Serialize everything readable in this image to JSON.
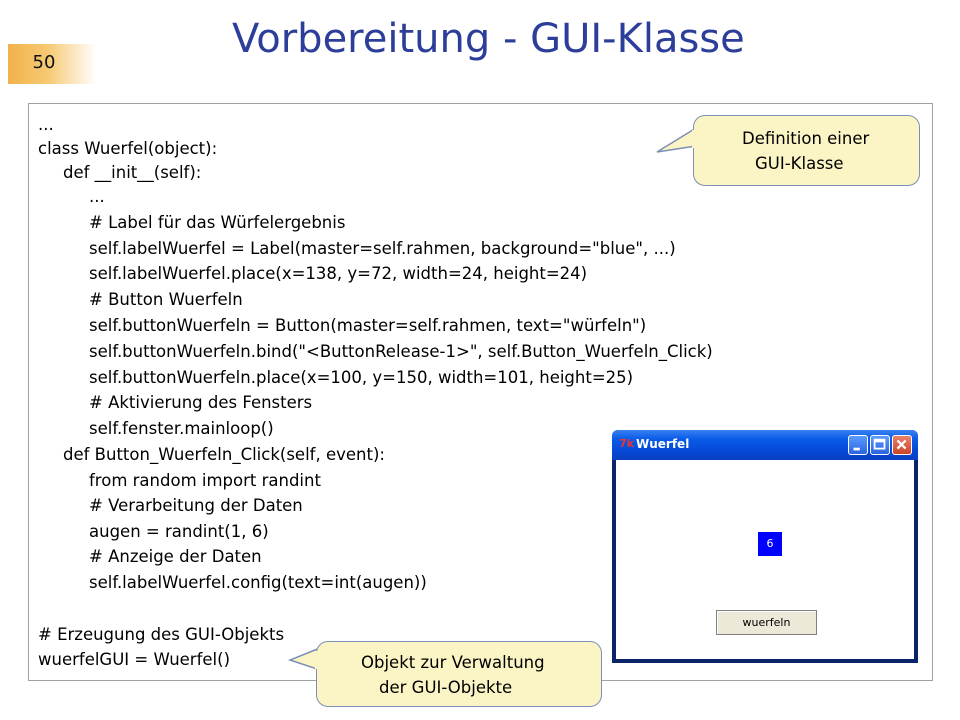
{
  "page_number": "50",
  "title": "Vorbereitung - GUI-Klasse",
  "code_lines": [
    "...",
    "class Wuerfel(object):",
    "def __init__(self):",
    "...",
    "# Label für das Würfelergebnis",
    "self.labelWuerfel = Label(master=self.rahmen, background=\"blue\", ...)",
    "self.labelWuerfel.place(x=138, y=72, width=24, height=24)",
    "# Button Wuerfeln",
    "self.buttonWuerfeln = Button(master=self.rahmen, text=\"würfeln\")",
    "self.buttonWuerfeln.bind(\"<ButtonRelease-1>\", self.Button_Wuerfeln_Click)",
    "self.buttonWuerfeln.place(x=100, y=150, width=101, height=25)",
    "# Aktivierung des Fensters",
    "self.fenster.mainloop()",
    "def Button_Wuerfeln_Click(self, event):",
    "from random import randint",
    "# Verarbeitung der Daten",
    "augen = randint(1, 6)",
    "# Anzeige der Daten",
    "self.labelWuerfel.config(text=int(augen))",
    "",
    "# Erzeugung des GUI-Objekts",
    "wuerfelGUI = Wuerfel()"
  ],
  "callout_top": [
    "Definition einer",
    "GUI-Klasse"
  ],
  "callout_bottom": [
    "Objekt zur Verwaltung",
    "der GUI-Objekte"
  ],
  "window": {
    "title": "Wuerfel",
    "die_value": "6",
    "button_label": "wuerfeln"
  }
}
